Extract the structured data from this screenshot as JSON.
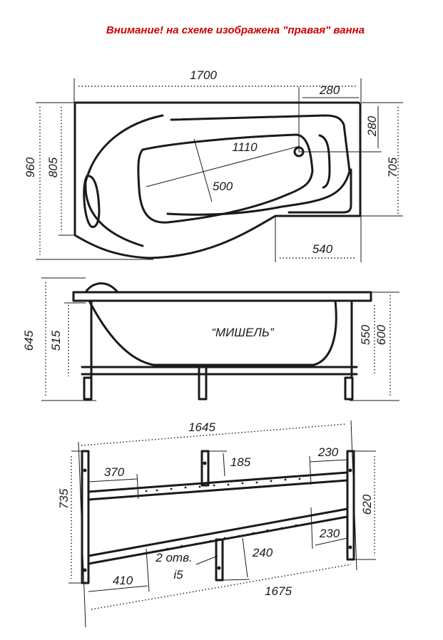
{
  "title": "Внимание! на схеме изображена \"правая\" ванна",
  "top_view": {
    "length": "1700",
    "drain_offset_x": "280",
    "drain_offset_y": "280",
    "height_right": "705",
    "width_total": "960",
    "width_left": "805",
    "step_length": "540",
    "inner_length": "1110",
    "inner_width": "500"
  },
  "side_view": {
    "model_name": "“МИШЕЛЬ”",
    "height_total": "645",
    "depth_left": "515",
    "depth_right": "550",
    "height_right": "600"
  },
  "frame_view": {
    "top_length": "1645",
    "bottom_length": "1675",
    "left_height": "735",
    "right_height": "620",
    "offset_top_left": "370",
    "offset_top_right": "230",
    "offset_bottom_right": "230",
    "offset_bottom_left": "410",
    "bracket_top": "185",
    "bracket_bottom": "240",
    "holes_label": "2 отв.",
    "holes_size": "i5"
  }
}
